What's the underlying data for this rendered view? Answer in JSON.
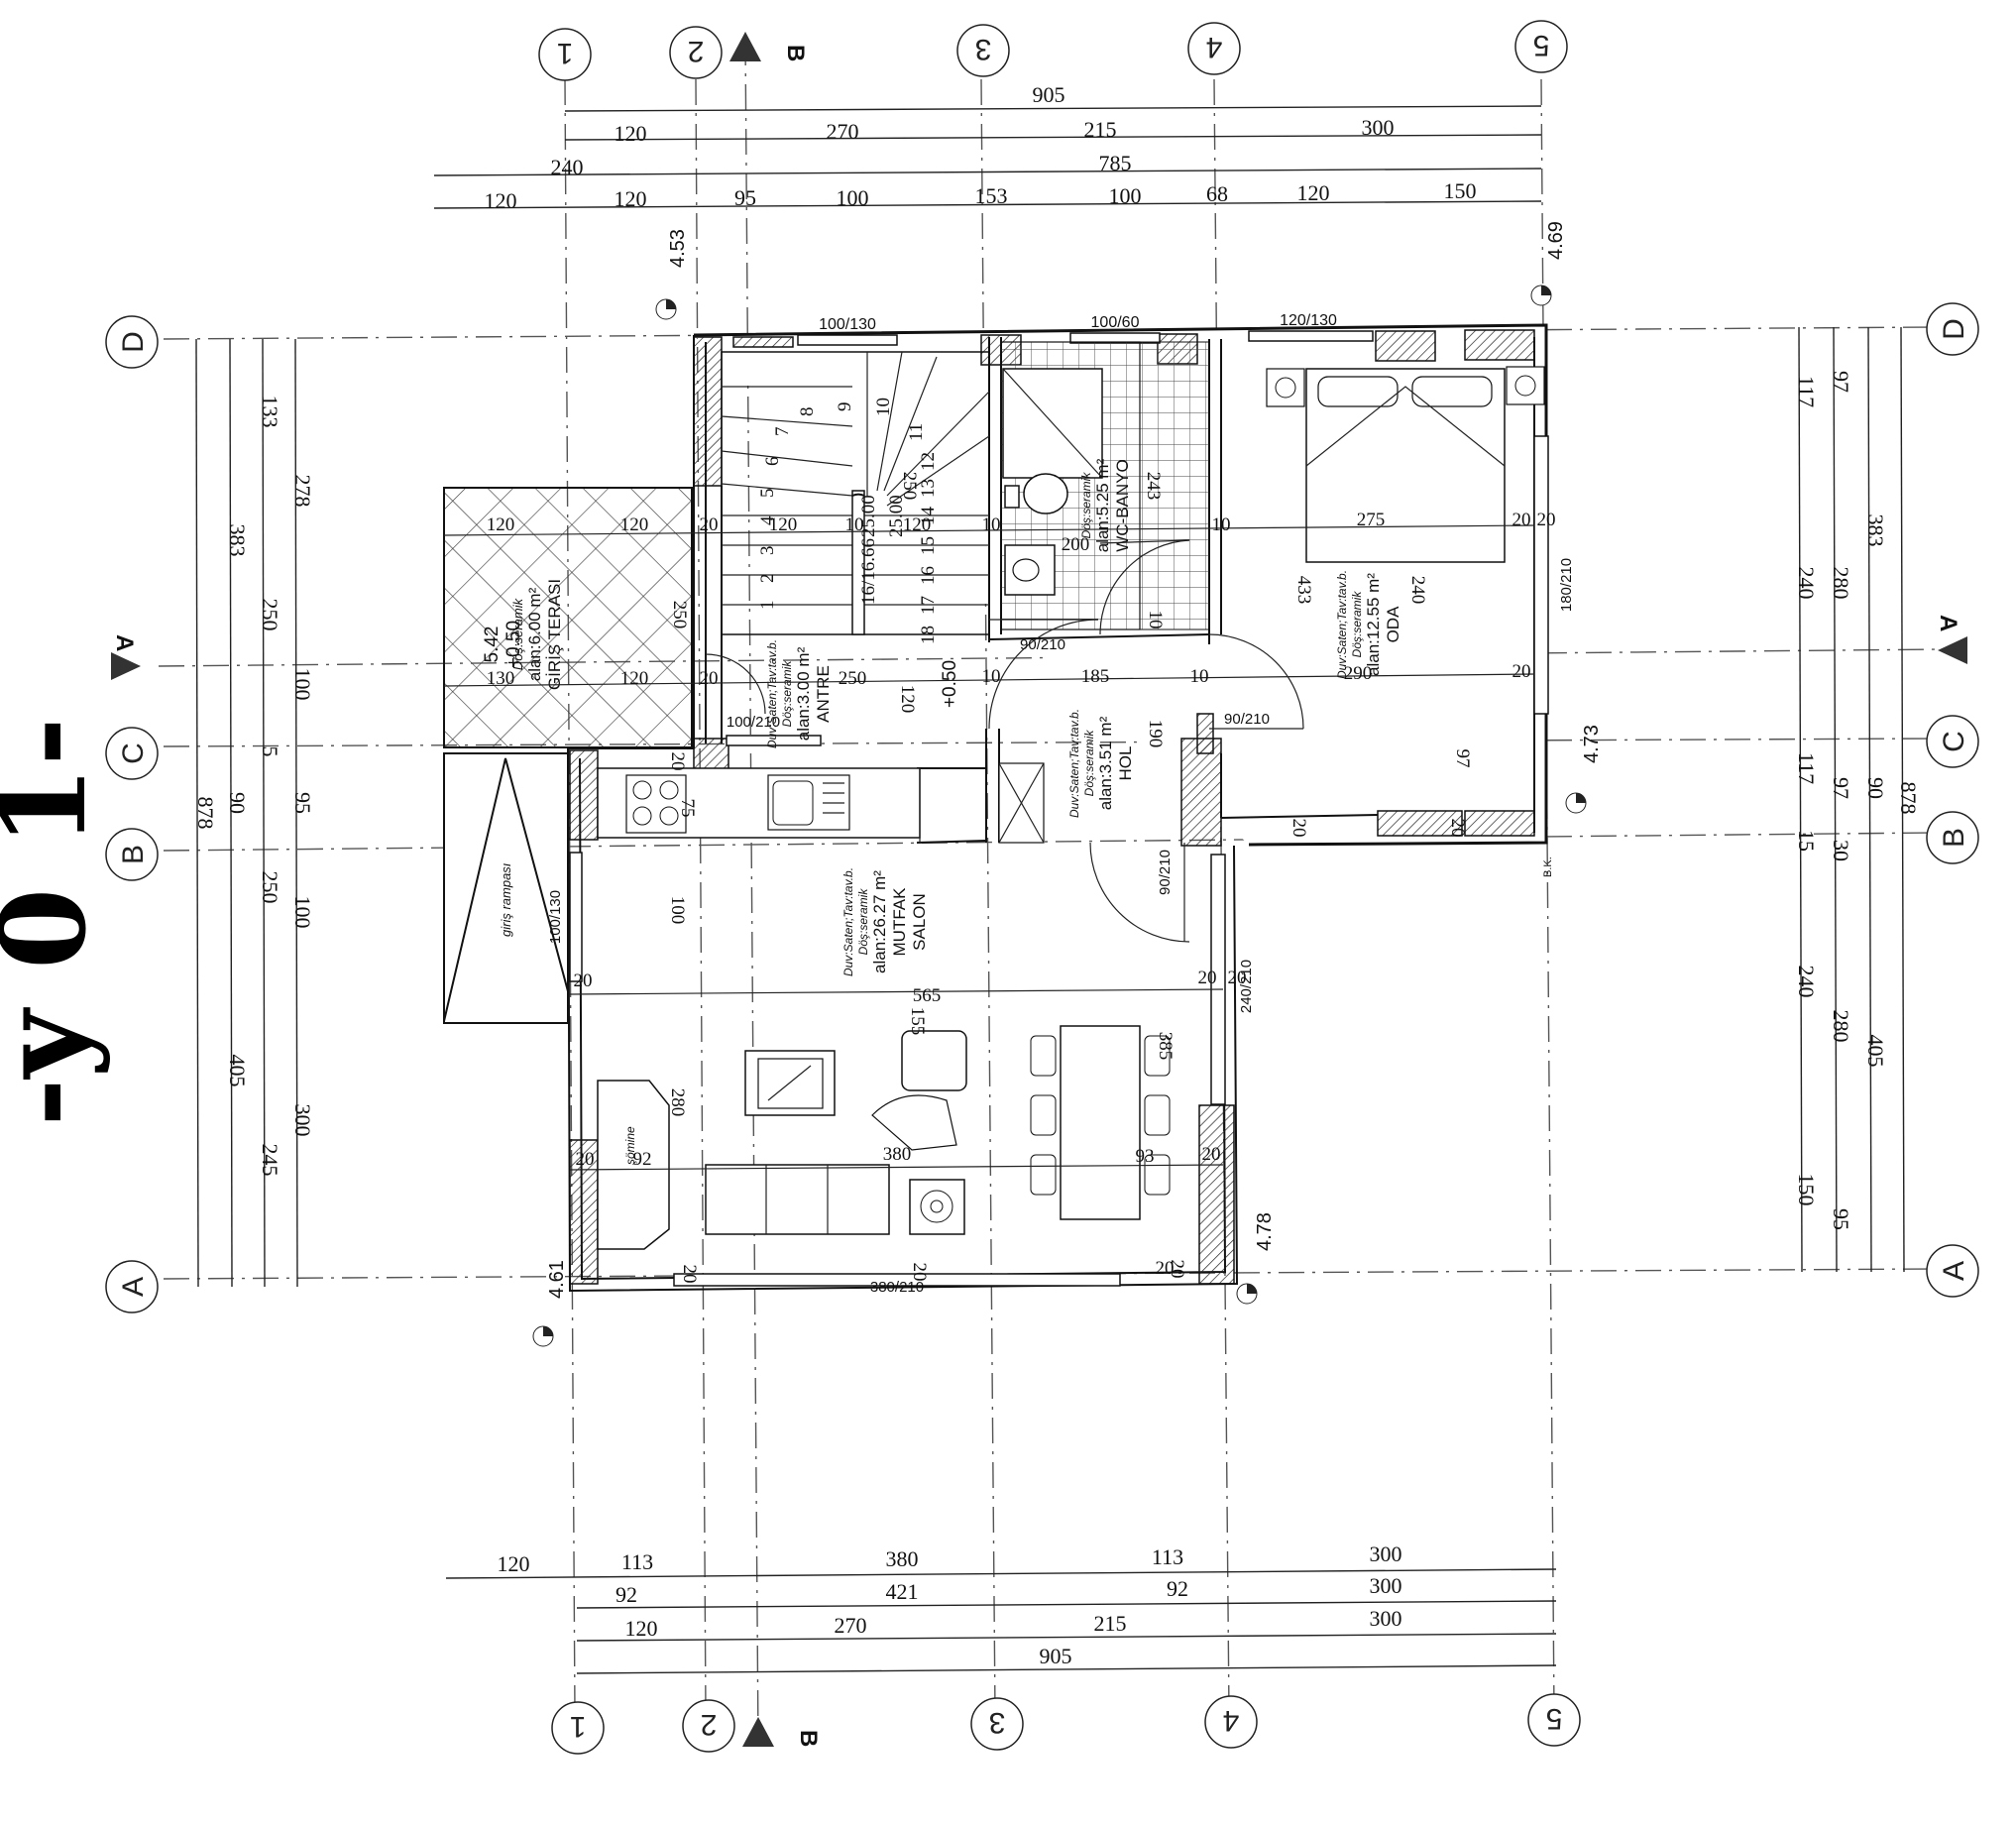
{
  "title": "-y 0 1-",
  "axes": {
    "columns": [
      "1",
      "2",
      "3",
      "4",
      "5"
    ],
    "rows": [
      "A",
      "B",
      "C",
      "D"
    ]
  },
  "section_marks": {
    "a": "A",
    "b": "B"
  },
  "top_dims": {
    "row1": [
      "905"
    ],
    "row2": [
      "120",
      "270",
      "215",
      "300"
    ],
    "row3": [
      "240",
      "785"
    ],
    "row4": [
      "120",
      "120",
      "95",
      "100",
      "153",
      "100",
      "68",
      "120",
      "150"
    ]
  },
  "bottom_dims": {
    "row1": [
      "120",
      "113",
      "380",
      "113",
      "300"
    ],
    "row2": [
      "92",
      "421",
      "92",
      "300"
    ],
    "row3": [
      "120",
      "270",
      "215",
      "300"
    ],
    "row4": [
      "905"
    ]
  },
  "left_dims": {
    "col_a": [
      "878"
    ],
    "col_b": [
      "383",
      "90",
      "405"
    ],
    "col_c": [
      "133",
      "250",
      "5",
      "250",
      "245"
    ],
    "col_d": [
      "278",
      "100",
      "95",
      "100",
      "300"
    ]
  },
  "right_dims": {
    "col_a": [
      "117",
      "240",
      "117",
      "15",
      "240",
      "150"
    ],
    "col_b": [
      "97",
      "280",
      "97",
      "30",
      "280",
      "95"
    ],
    "col_c": [
      "383",
      "90",
      "405"
    ],
    "col_d": [
      "878"
    ]
  },
  "levels": [
    "4.53",
    "4.69",
    "4.73",
    "4.78",
    "4.61",
    "5.42",
    "+0.50",
    "+0.50"
  ],
  "rooms": [
    {
      "name": "GİRİŞ TERASI",
      "area": "alan:6.00 m²",
      "finish": "Döş:seramik"
    },
    {
      "name": "ANTRE",
      "area": "alan:3.00 m²",
      "finish": "Duv:Saten;Tav:tav.b.",
      "finish2": "Döş:seramik"
    },
    {
      "name": "WC-BANYO",
      "area": "alan:5.25 m²",
      "finish": "Döş:seramik"
    },
    {
      "name": "ODA",
      "area": "alan:12.55 m²",
      "finish": "Duv:Saten;Tav:tav.b.",
      "finish2": "Döş:seramik"
    },
    {
      "name": "HOL",
      "area": "alan:3.51 m²",
      "finish": "Duv:Saten;Tav:tav.b.",
      "finish2": "Döş:seramik"
    },
    {
      "name": "MUTFAK",
      "name2": "SALON",
      "area": "alan:26.27 m²",
      "finish": "Duv:Saten;Tav:tav.b.",
      "finish2": "Döş:seramik"
    }
  ],
  "openings": [
    "100/130",
    "100/60",
    "120/130",
    "180/210",
    "90/210",
    "90/210",
    "100/210",
    "90/210",
    "100/130",
    "240/210",
    "380/210"
  ],
  "misc_labels": {
    "ramp": "giriş rampası",
    "fireplace": "şömine",
    "bx": "B.K."
  },
  "interior_dims": [
    "120",
    "120",
    "20",
    "120",
    "10",
    "120",
    "10",
    "10",
    "20",
    "20",
    "275",
    "200",
    "433",
    "240",
    "243",
    "250",
    "250",
    "130",
    "120",
    "20",
    "250",
    "120",
    "10",
    "185",
    "10",
    "290",
    "20",
    "190",
    "10",
    "97",
    "20",
    "20",
    "20",
    "75",
    "100",
    "280",
    "565",
    "155",
    "385",
    "380",
    "20",
    "92",
    "93",
    "20",
    "20",
    "20",
    "20",
    "20",
    "20",
    "20",
    "20",
    "16/16.66",
    "25.00",
    "25.00"
  ],
  "stair_numbers": [
    "1",
    "2",
    "3",
    "4",
    "5",
    "6",
    "7",
    "8",
    "9",
    "10",
    "11",
    "12",
    "13",
    "14",
    "15",
    "16",
    "17",
    "18"
  ]
}
